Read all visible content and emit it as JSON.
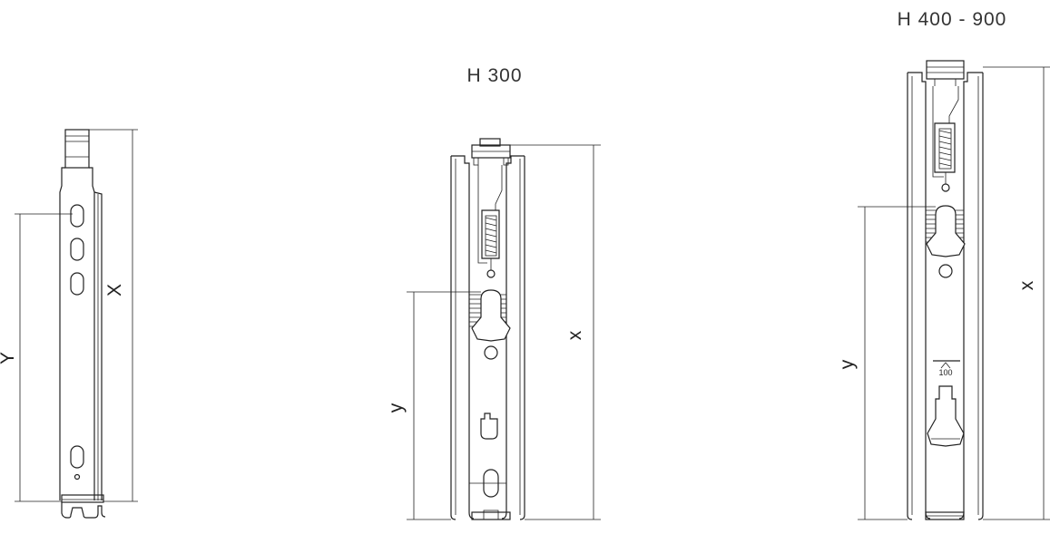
{
  "labels": {
    "bracket_a": {
      "dim_long": "X",
      "dim_short": "Y"
    },
    "bracket_b": {
      "title": "H 300",
      "dim_long": "x",
      "dim_short": "y"
    },
    "bracket_c": {
      "title": "H 400 - 900",
      "dim_long": "x",
      "dim_short": "y",
      "mark_value": "100"
    }
  }
}
